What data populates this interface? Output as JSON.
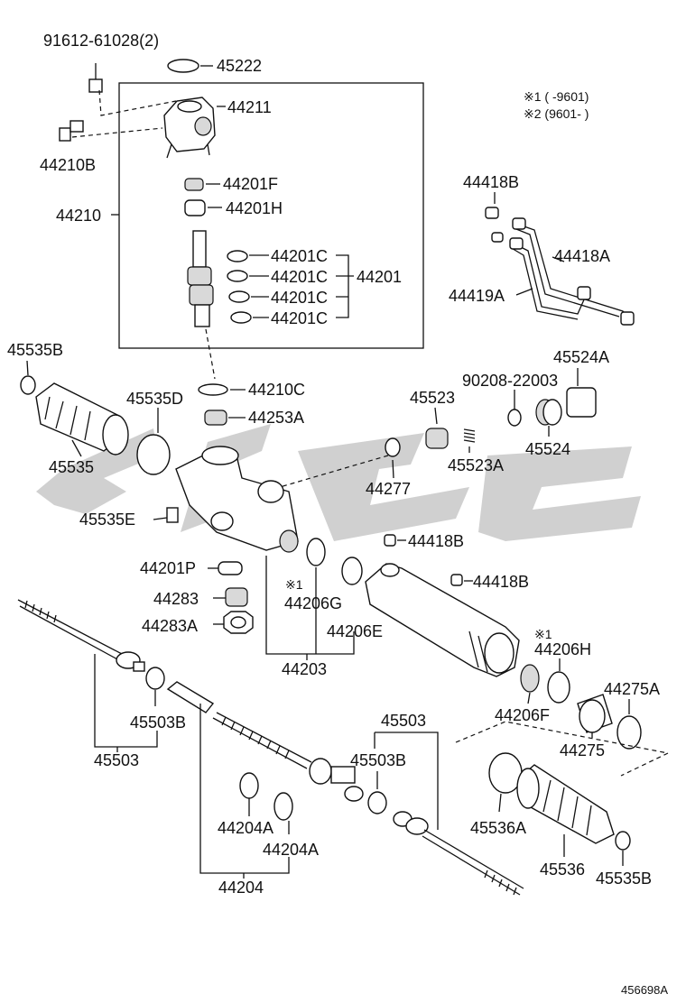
{
  "notes": {
    "note1": "※1 (   -9601)",
    "note2": "※2 (9601-    )"
  },
  "labels": {
    "p91612": "91612-61028(2)",
    "p45222": "45222",
    "p44211": "44211",
    "p44210B": "44210B",
    "p44201F": "44201F",
    "p44210": "44210",
    "p44201H": "44201H",
    "p44201C": "44201C",
    "p44201": "44201",
    "p44418B": "44418B",
    "p44418A": "44418A",
    "p44419A": "44419A",
    "p45535B": "45535B",
    "p45535D": "45535D",
    "p45535": "45535",
    "p44210C": "44210C",
    "p44253A": "44253A",
    "p90208": "90208-22003",
    "p45524A": "45524A",
    "p45523": "45523",
    "p45524": "45524",
    "p45523A": "45523A",
    "p44277": "44277",
    "p45535E": "45535E",
    "p44201P": "44201P",
    "note_mark": "※1",
    "p44206G": "44206G",
    "p44283": "44283",
    "p44283A": "44283A",
    "p44206E": "44206E",
    "p44203": "44203",
    "p44206H": "44206H",
    "p44275A": "44275A",
    "p44206F": "44206F",
    "p45503B": "45503B",
    "p45503": "45503",
    "p44275": "44275",
    "p44204A": "44204A",
    "p45536A": "45536A",
    "p45536": "45536",
    "p44204": "44204",
    "ref_code": "456698A"
  }
}
